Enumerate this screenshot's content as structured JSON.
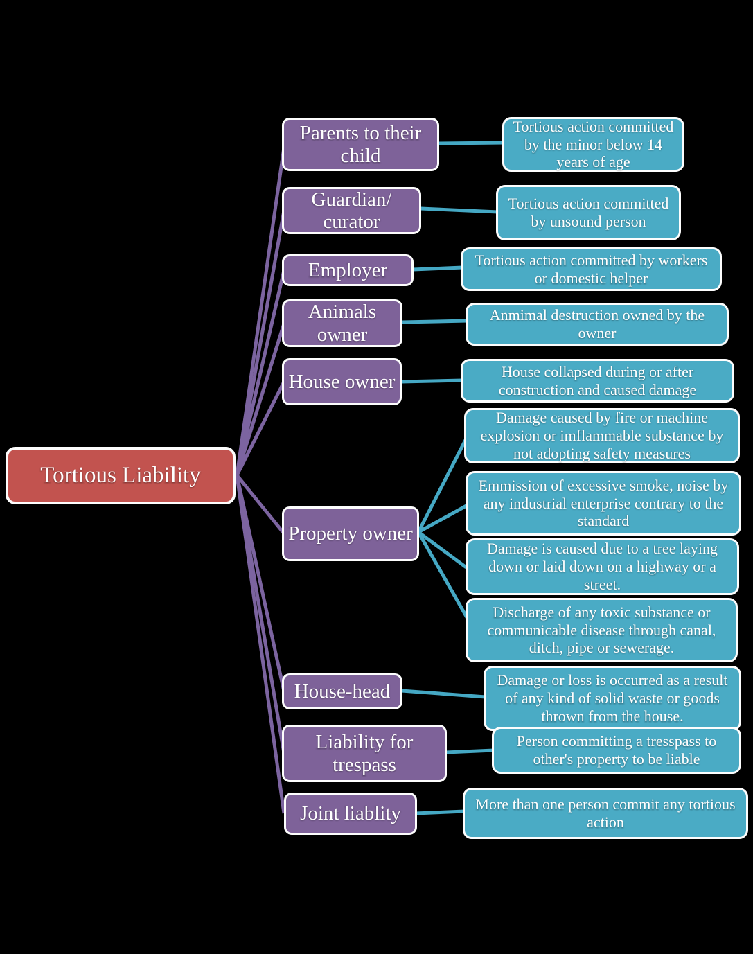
{
  "diagram_title": "Tortious Liability",
  "root": {
    "label": "Tortious Liability"
  },
  "branches": [
    {
      "category": "Parents to their child",
      "details": [
        "Tortious action committed by the minor below 14 years of age"
      ]
    },
    {
      "category": "Guardian/ curator",
      "details": [
        "Tortious action committed by unsound person"
      ]
    },
    {
      "category": "Employer",
      "details": [
        "Tortious action committed by workers or domestic helper"
      ]
    },
    {
      "category": "Animals owner",
      "details": [
        "Anmimal destruction owned by the owner"
      ]
    },
    {
      "category": "House owner",
      "details": [
        "House collapsed during or after construction and caused damage"
      ]
    },
    {
      "category": "Property owner",
      "details": [
        "Damage caused by fire or machine explosion or imflammable substance by not adopting safety measures",
        "Emmission of excessive smoke, noise by any industrial enterprise contrary to the standard",
        "Damage is caused due to a tree laying down or laid down on a highway or a street.",
        "Discharge of any toxic substance or communicable disease through canal, ditch, pipe or sewerage."
      ]
    },
    {
      "category": "House-head",
      "details": [
        "Damage or loss is occurred as a result of any kind of solid waste or goods thrown from the house."
      ]
    },
    {
      "category": "Liability for trespass",
      "details": [
        "Person committing a tresspass to other's property to be liable"
      ]
    },
    {
      "category": "Joint liablity",
      "details": [
        "More than one person commit any tortious action"
      ]
    }
  ],
  "colors": {
    "background": "#000000",
    "root_fill": "#c2534f",
    "category_fill": "#7e6299",
    "detail_fill": "#4aabc5",
    "category_line": "#7c64a0",
    "detail_line": "#45a8c4",
    "box_border": "#fdfdfd",
    "text": "#ffffff"
  }
}
